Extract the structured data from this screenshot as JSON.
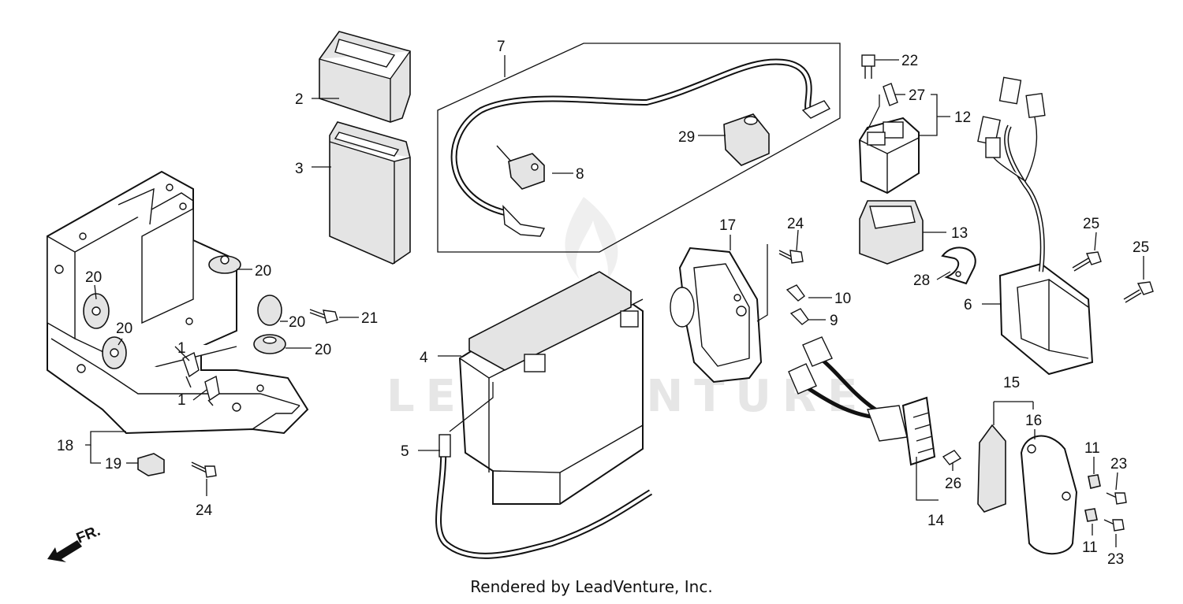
{
  "watermark": "LEADVENTURE",
  "footer": "Rendered by LeadVenture, Inc.",
  "direction_label": "FR.",
  "callouts": [
    {
      "id": "c1a",
      "text": "1"
    },
    {
      "id": "c1b",
      "text": "1"
    },
    {
      "id": "c2",
      "text": "2"
    },
    {
      "id": "c3",
      "text": "3"
    },
    {
      "id": "c4",
      "text": "4"
    },
    {
      "id": "c5",
      "text": "5"
    },
    {
      "id": "c6",
      "text": "6"
    },
    {
      "id": "c7",
      "text": "7"
    },
    {
      "id": "c8",
      "text": "8"
    },
    {
      "id": "c9",
      "text": "9"
    },
    {
      "id": "c10",
      "text": "10"
    },
    {
      "id": "c11a",
      "text": "11"
    },
    {
      "id": "c11b",
      "text": "11"
    },
    {
      "id": "c12",
      "text": "12"
    },
    {
      "id": "c13",
      "text": "13"
    },
    {
      "id": "c14",
      "text": "14"
    },
    {
      "id": "c15",
      "text": "15"
    },
    {
      "id": "c16",
      "text": "16"
    },
    {
      "id": "c17",
      "text": "17"
    },
    {
      "id": "c18",
      "text": "18"
    },
    {
      "id": "c19",
      "text": "19"
    },
    {
      "id": "c20a",
      "text": "20"
    },
    {
      "id": "c20b",
      "text": "20"
    },
    {
      "id": "c20c",
      "text": "20"
    },
    {
      "id": "c20d",
      "text": "20"
    },
    {
      "id": "c20e",
      "text": "20"
    },
    {
      "id": "c21",
      "text": "21"
    },
    {
      "id": "c22",
      "text": "22"
    },
    {
      "id": "c23a",
      "text": "23"
    },
    {
      "id": "c23b",
      "text": "23"
    },
    {
      "id": "c24a",
      "text": "24"
    },
    {
      "id": "c24b",
      "text": "24"
    },
    {
      "id": "c25a",
      "text": "25"
    },
    {
      "id": "c25b",
      "text": "25"
    },
    {
      "id": "c26",
      "text": "26"
    },
    {
      "id": "c27",
      "text": "27"
    },
    {
      "id": "c28",
      "text": "28"
    },
    {
      "id": "c29",
      "text": "29"
    }
  ]
}
